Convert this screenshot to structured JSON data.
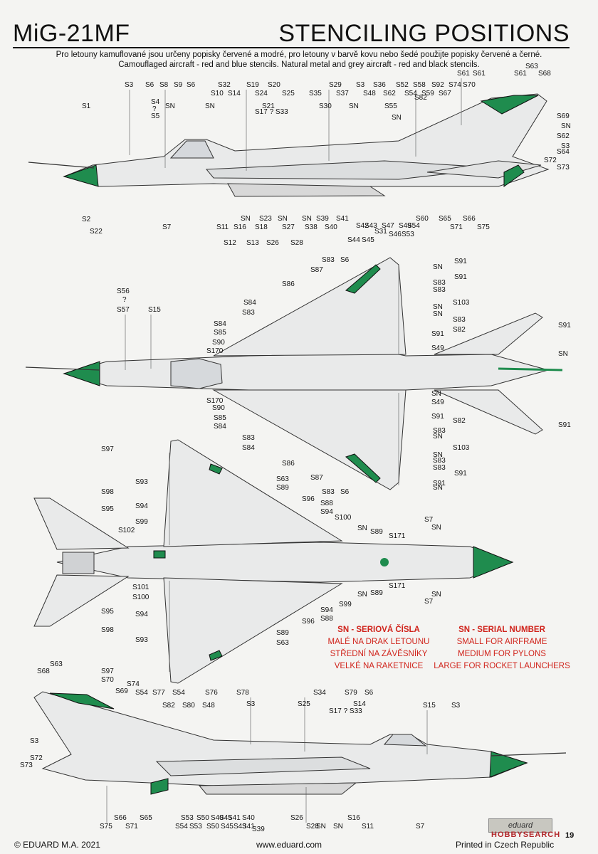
{
  "header": {
    "model": "MiG-21MF",
    "section": "STENCILING POSITIONS"
  },
  "intro": {
    "line1": "Pro letouny kamuflované jsou určeny popisky červené a modré, pro letouny v barvě kovu nebo šedé použijte popisky červené a černé.",
    "line2": "Camouflaged aircraft - red and blue stencils. Natural metal and grey aircraft - red and black stencils."
  },
  "legend_cz": {
    "heading": "SN - SERIOVÁ ČÍSLA",
    "lines": [
      "MALÉ NA DRAK LETOUNU",
      "STŘEDNÍ NA ZÁVĚSNÍKY",
      "VELKÉ NA RAKETNICE"
    ]
  },
  "legend_en": {
    "heading": "SN - SERIAL NUMBER",
    "lines": [
      "SMALL FOR AIRFRAME",
      "MEDIUM FOR PYLONS",
      "LARGE FOR ROCKET LAUNCHERS"
    ]
  },
  "footer": {
    "copyright": "© EDUARD M.A. 2021",
    "website": "www.eduard.com",
    "printed": "Printed in Czech Republic",
    "page": "19",
    "brand": "eduard",
    "watermark": "HOBBYSEARCH"
  },
  "colors": {
    "green": "#1f8c4e",
    "red_stencil": "#d0231b",
    "blue_stencil": "#3a6cc0",
    "line": "#333333"
  },
  "views": {
    "left_side": {
      "labels": [
        {
          "t": "S1"
        },
        {
          "t": "S2"
        },
        {
          "t": "S22"
        },
        {
          "t": "S3"
        },
        {
          "t": "S6"
        },
        {
          "t": "S4"
        },
        {
          "t": "?"
        },
        {
          "t": "S5"
        },
        {
          "t": "S8"
        },
        {
          "t": "S9"
        },
        {
          "t": "S6"
        },
        {
          "t": "SN"
        },
        {
          "t": "S32"
        },
        {
          "t": "S10"
        },
        {
          "t": "S14"
        },
        {
          "t": "SN"
        },
        {
          "t": "S19"
        },
        {
          "t": "S20"
        },
        {
          "t": "S24"
        },
        {
          "t": "S25"
        },
        {
          "t": "S17 ? S33"
        },
        {
          "t": "S21"
        },
        {
          "t": "S35"
        },
        {
          "t": "S29"
        },
        {
          "t": "S37"
        },
        {
          "t": "S30"
        },
        {
          "t": "S3"
        },
        {
          "t": "S48"
        },
        {
          "t": "SN"
        },
        {
          "t": "S36"
        },
        {
          "t": "S62"
        },
        {
          "t": "S52"
        },
        {
          "t": "S58"
        },
        {
          "t": "S54"
        },
        {
          "t": "S55"
        },
        {
          "t": "SN"
        },
        {
          "t": "S82"
        },
        {
          "t": "S59"
        },
        {
          "t": "S92"
        },
        {
          "t": "S67"
        },
        {
          "t": "S74"
        },
        {
          "t": "S70"
        },
        {
          "t": "S61"
        },
        {
          "t": "S61"
        },
        {
          "t": "S61"
        },
        {
          "t": "S63"
        },
        {
          "t": "S68"
        },
        {
          "t": "S69"
        },
        {
          "t": "SN"
        },
        {
          "t": "S62"
        },
        {
          "t": "S3"
        },
        {
          "t": "S64"
        },
        {
          "t": "S72"
        },
        {
          "t": "S73"
        },
        {
          "t": "S7"
        },
        {
          "t": "S11"
        },
        {
          "t": "S16"
        },
        {
          "t": "SN"
        },
        {
          "t": "S23"
        },
        {
          "t": "SN"
        },
        {
          "t": "SN"
        },
        {
          "t": "S39"
        },
        {
          "t": "S41"
        },
        {
          "t": "S12"
        },
        {
          "t": "S13"
        },
        {
          "t": "S18"
        },
        {
          "t": "S26"
        },
        {
          "t": "S27"
        },
        {
          "t": "S38"
        },
        {
          "t": "S40"
        },
        {
          "t": "S28"
        },
        {
          "t": "S44"
        },
        {
          "t": "S45"
        },
        {
          "t": "S42"
        },
        {
          "t": "S43"
        },
        {
          "t": "S31"
        },
        {
          "t": "S47"
        },
        {
          "t": "S46"
        },
        {
          "t": "S49"
        },
        {
          "t": "S53"
        },
        {
          "t": "S54"
        },
        {
          "t": "S60"
        },
        {
          "t": "S65"
        },
        {
          "t": "S71"
        },
        {
          "t": "S66"
        },
        {
          "t": "S75"
        }
      ]
    },
    "top": {
      "labels": [
        {
          "t": "S83"
        },
        {
          "t": "S6"
        },
        {
          "t": "S87"
        },
        {
          "t": "S86"
        },
        {
          "t": "S56"
        },
        {
          "t": "?"
        },
        {
          "t": "S57"
        },
        {
          "t": "S15"
        },
        {
          "t": "S84"
        },
        {
          "t": "S83"
        },
        {
          "t": "S84"
        },
        {
          "t": "S85"
        },
        {
          "t": "S90"
        },
        {
          "t": "S170"
        },
        {
          "t": "S91"
        },
        {
          "t": "SN"
        },
        {
          "t": "S91"
        },
        {
          "t": "S83"
        },
        {
          "t": "S83"
        },
        {
          "t": "S103"
        },
        {
          "t": "SN"
        },
        {
          "t": "SN"
        },
        {
          "t": "S83"
        },
        {
          "t": "S82"
        },
        {
          "t": "S91"
        },
        {
          "t": "S91"
        },
        {
          "t": "S49"
        },
        {
          "t": "SN"
        },
        {
          "t": "S170"
        },
        {
          "t": "S90"
        },
        {
          "t": "S85"
        },
        {
          "t": "S84"
        },
        {
          "t": "S83"
        },
        {
          "t": "S84"
        },
        {
          "t": "SN"
        },
        {
          "t": "S49"
        },
        {
          "t": "S91"
        },
        {
          "t": "S82"
        },
        {
          "t": "S83"
        },
        {
          "t": "SN"
        },
        {
          "t": "S103"
        },
        {
          "t": "SN"
        },
        {
          "t": "S91"
        },
        {
          "t": "S86"
        },
        {
          "t": "S83"
        },
        {
          "t": "S83"
        },
        {
          "t": "S87"
        },
        {
          "t": "S91"
        },
        {
          "t": "SN"
        },
        {
          "t": "S83"
        },
        {
          "t": "S6"
        },
        {
          "t": "S91"
        }
      ]
    },
    "bottom": {
      "labels": [
        {
          "t": "S97"
        },
        {
          "t": "S93"
        },
        {
          "t": "S63"
        },
        {
          "t": "S89"
        },
        {
          "t": "S98"
        },
        {
          "t": "S96"
        },
        {
          "t": "S95"
        },
        {
          "t": "S94"
        },
        {
          "t": "S88"
        },
        {
          "t": "S94"
        },
        {
          "t": "S99"
        },
        {
          "t": "S100"
        },
        {
          "t": "S102"
        },
        {
          "t": "SN"
        },
        {
          "t": "S89"
        },
        {
          "t": "S7"
        },
        {
          "t": "SN"
        },
        {
          "t": "S171"
        },
        {
          "t": "S101"
        },
        {
          "t": "S100"
        },
        {
          "t": "S171"
        },
        {
          "t": "SN"
        },
        {
          "t": "S89"
        },
        {
          "t": "SN"
        },
        {
          "t": "S99"
        },
        {
          "t": "S7"
        },
        {
          "t": "S95"
        },
        {
          "t": "S94"
        },
        {
          "t": "S94"
        },
        {
          "t": "S88"
        },
        {
          "t": "S96"
        },
        {
          "t": "S98"
        },
        {
          "t": "S89"
        },
        {
          "t": "S93"
        },
        {
          "t": "S63"
        },
        {
          "t": "S97"
        }
      ]
    },
    "right_side": {
      "labels": [
        {
          "t": "S68"
        },
        {
          "t": "S63"
        },
        {
          "t": "S70"
        },
        {
          "t": "S74"
        },
        {
          "t": "S69"
        },
        {
          "t": "S54"
        },
        {
          "t": "S77"
        },
        {
          "t": "S54"
        },
        {
          "t": "S76"
        },
        {
          "t": "S78"
        },
        {
          "t": "S82"
        },
        {
          "t": "S80"
        },
        {
          "t": "S48"
        },
        {
          "t": "S3"
        },
        {
          "t": "S34"
        },
        {
          "t": "S79"
        },
        {
          "t": "S6"
        },
        {
          "t": "S25"
        },
        {
          "t": "S17 ? S33"
        },
        {
          "t": "S14"
        },
        {
          "t": "S15"
        },
        {
          "t": "S3"
        },
        {
          "t": "S3"
        },
        {
          "t": "S72"
        },
        {
          "t": "S73"
        },
        {
          "t": "S75"
        },
        {
          "t": "S66"
        },
        {
          "t": "S71"
        },
        {
          "t": "S65"
        },
        {
          "t": "S53"
        },
        {
          "t": "S54"
        },
        {
          "t": "S50"
        },
        {
          "t": "S40"
        },
        {
          "t": "S45"
        },
        {
          "t": "S43"
        },
        {
          "t": "S41"
        },
        {
          "t": "S40"
        },
        {
          "t": "S26"
        },
        {
          "t": "S39"
        },
        {
          "t": "S28"
        },
        {
          "t": "SN"
        },
        {
          "t": "SN"
        },
        {
          "t": "S16"
        },
        {
          "t": "S11"
        },
        {
          "t": "S7"
        },
        {
          "t": "S53"
        },
        {
          "t": "S50"
        },
        {
          "t": "S45"
        },
        {
          "t": "S41"
        }
      ]
    }
  }
}
